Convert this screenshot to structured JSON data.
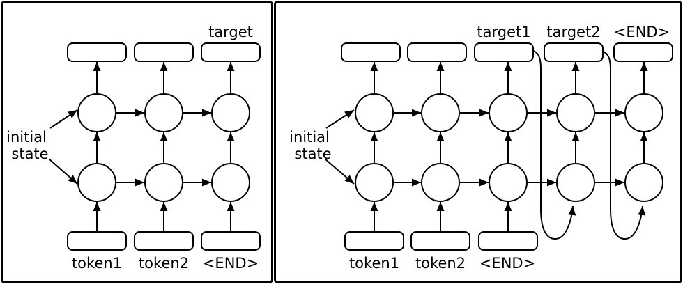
{
  "left": {
    "target_label": "target",
    "tokens": [
      "token1",
      "token2",
      "<END>"
    ],
    "initial": [
      "initial",
      "state"
    ]
  },
  "right": {
    "target_labels": [
      "target1",
      "target2",
      "<END>"
    ],
    "tokens": [
      "token1",
      "token2",
      "<END>"
    ],
    "initial": [
      "initial",
      "state"
    ]
  },
  "colors": {
    "line": "#000000",
    "background": "#ffffff"
  }
}
